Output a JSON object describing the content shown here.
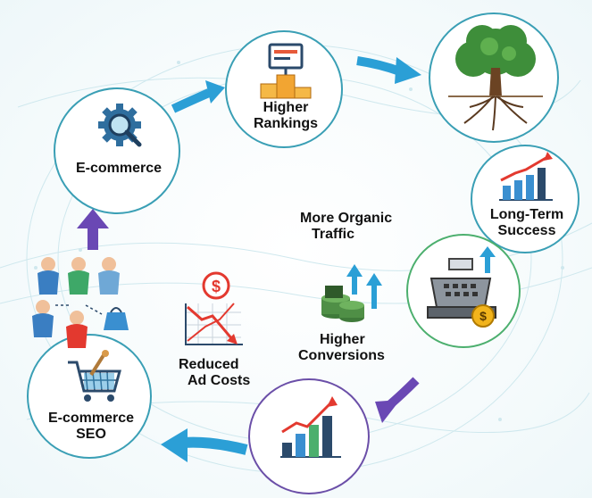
{
  "labels": {
    "ecommerce": "E-commerce",
    "higher_rankings": [
      "Higher",
      "Rankings"
    ],
    "long_term_success": [
      "Long-Term",
      "Success"
    ],
    "more_organic_traffic": [
      "More Organic",
      "Traffic"
    ],
    "higher_conversions": [
      "Higher",
      "Conversions"
    ],
    "reduced_ad_costs": [
      "Reduced",
      "Ad Costs"
    ],
    "ecommerce_seo": [
      "E-commerce",
      "SEO"
    ]
  },
  "icons": {
    "ecommerce": "gear-magnifier-icon",
    "higher_rankings": "podium-monitor-icon",
    "growth_tree": "tree-roots-icon",
    "long_term_success": "rising-bar-chart-icon",
    "sales": "cash-register-icon",
    "chart": "growth-chart-icon",
    "ecommerce_seo": "shopping-cart-icon",
    "people": "people-group-icon",
    "ad_costs": "declining-dollar-chart-icon",
    "conversions": "cash-stack-arrows-icon"
  },
  "colors": {
    "teal_ring": "#3a9fb5",
    "green_ring": "#4caf6e",
    "purple_ring": "#6b4fa8",
    "blue_arrow": "#2b9fd6",
    "purple_arrow": "#6a48b4"
  }
}
